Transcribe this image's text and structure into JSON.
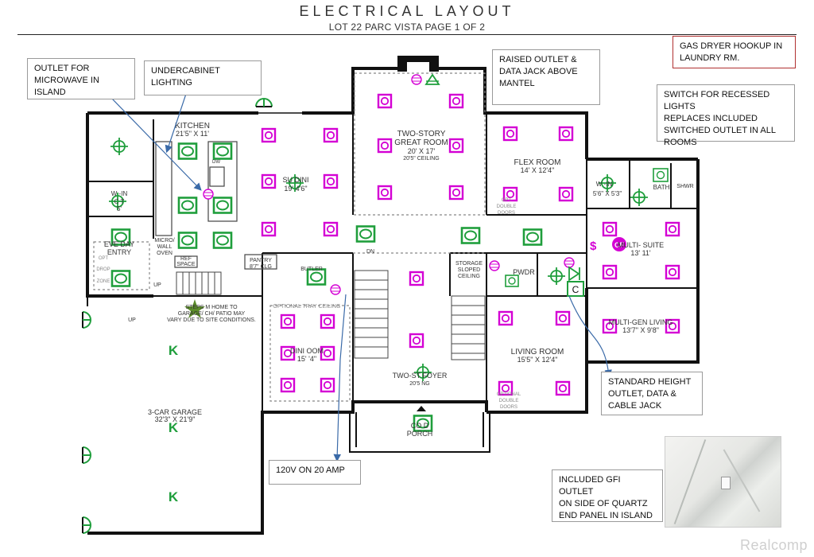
{
  "header": {
    "title": "ELECTRICAL LAYOUT",
    "subtitle": "LOT 22 PARC VISTA  PAGE 1 OF 2"
  },
  "notes": {
    "microwave": "OUTLET FOR\nMICROWAVE IN ISLAND",
    "undercabinet": "UNDERCABINET LIGHTING",
    "mantel": "RAISED OUTLET &\nDATA JACK ABOVE\nMANTEL",
    "gas_dryer": "GAS DRYER HOOKUP IN\nLAUNDRY RM.",
    "switch": "SWITCH FOR RECESSED LIGHTS\nREPLACES INCLUDED\nSWITCHED OUTLET IN ALL\nROOMS",
    "standard": "STANDARD HEIGHT\nOUTLET, DATA &\nCABLE JACK",
    "volt": "120V ON 20 AMP",
    "gfi": "INCLUDED GFI OUTLET\nON SIDE OF QUARTZ\nEND PANEL IN ISLAND"
  },
  "rooms": {
    "kitchen": "KITCHEN",
    "kitchen_dim": "21'5\" X 11'",
    "nook_dining": "SU    DINI",
    "nook_dim": "19'     4'6\"",
    "great_room": "TWO-STORY",
    "great_room_2": "GREAT ROOM",
    "great_room_dim": "20' X 17'",
    "great_room_ceiling": "20'5\" CEILING",
    "flex_room": "FLEX ROOM",
    "flex_dim": "14' X 12'4\"",
    "walk_in_top": "W      -IN",
    "walk_in_top_dim": "5'6\"  X 5'3\"",
    "bath": "BATH",
    "shower": "SHWR",
    "walk_in": "W     -IN",
    "walk_in_2": "C     T",
    "walk_in_dim": "5'",
    "everyday_entry": "EVE     DAY",
    "everyday_entry_2": "ENTRY",
    "micro": "MICRO/",
    "micro_2": "WALL",
    "micro_3": "OVEN",
    "ref": "REF",
    "ref_2": "SPACE",
    "pantry": "PANTRY",
    "pantry_dim": "8'7\" CLG",
    "butler": "BUTLER",
    "storage": "STORAGE",
    "storage_2": "SLOPED",
    "storage_3": "CEILING",
    "powder": "PWDR",
    "multigen_suite": "MULTI-     SUITE",
    "multigen_suite_dim": "13'         11'",
    "multigen_living": "MULTI-GEN LIVING",
    "multigen_living_dim": "13'7\" X 9'8\"",
    "living_room": "LIVING ROOM",
    "living_dim": "15'5\" X 12'4\"",
    "dining_room": "DINI      OOM",
    "dining_dim": "15'       '4\"",
    "optional_tray": "OPTIONAL TRAY CEILING",
    "foyer": "TWO-ST      FOYER",
    "foyer_ceiling": "20'5      NG",
    "porch": "CO       D",
    "porch_2": "PORCH",
    "garage": "3-CAR GARAGE",
    "garage_dim": "32'3\" X 21'9\"",
    "steps": "STEPS    M HOME TO",
    "steps_2": "GARAGE/    CH/ PATIO MAY",
    "steps_3": "VARY DUE TO SITE CONDITIONS.",
    "opt_drop": "OPT",
    "opt_drop_2": "DROP",
    "opt_drop_3": "ZONE",
    "opt_double_flex": "OPT",
    "opt_double_flex_2": "DOUBLE",
    "opt_double_flex_3": "DOORS",
    "opt_double_living": "OPTIONAL",
    "opt_double_living_2": "DOUBLE",
    "opt_double_living_3": "DOORS",
    "up_label": "UP",
    "dn_label": "DN",
    "dw": "DW",
    "cf": "CF",
    "dollar": "$",
    "c_label": "C",
    "k_label": "K"
  },
  "colors": {
    "recessed": "#d400d4",
    "outlet": "#1f9e3c",
    "wall": "#111111",
    "arrow": "#3a6aa8"
  },
  "watermark": "Realcomp"
}
